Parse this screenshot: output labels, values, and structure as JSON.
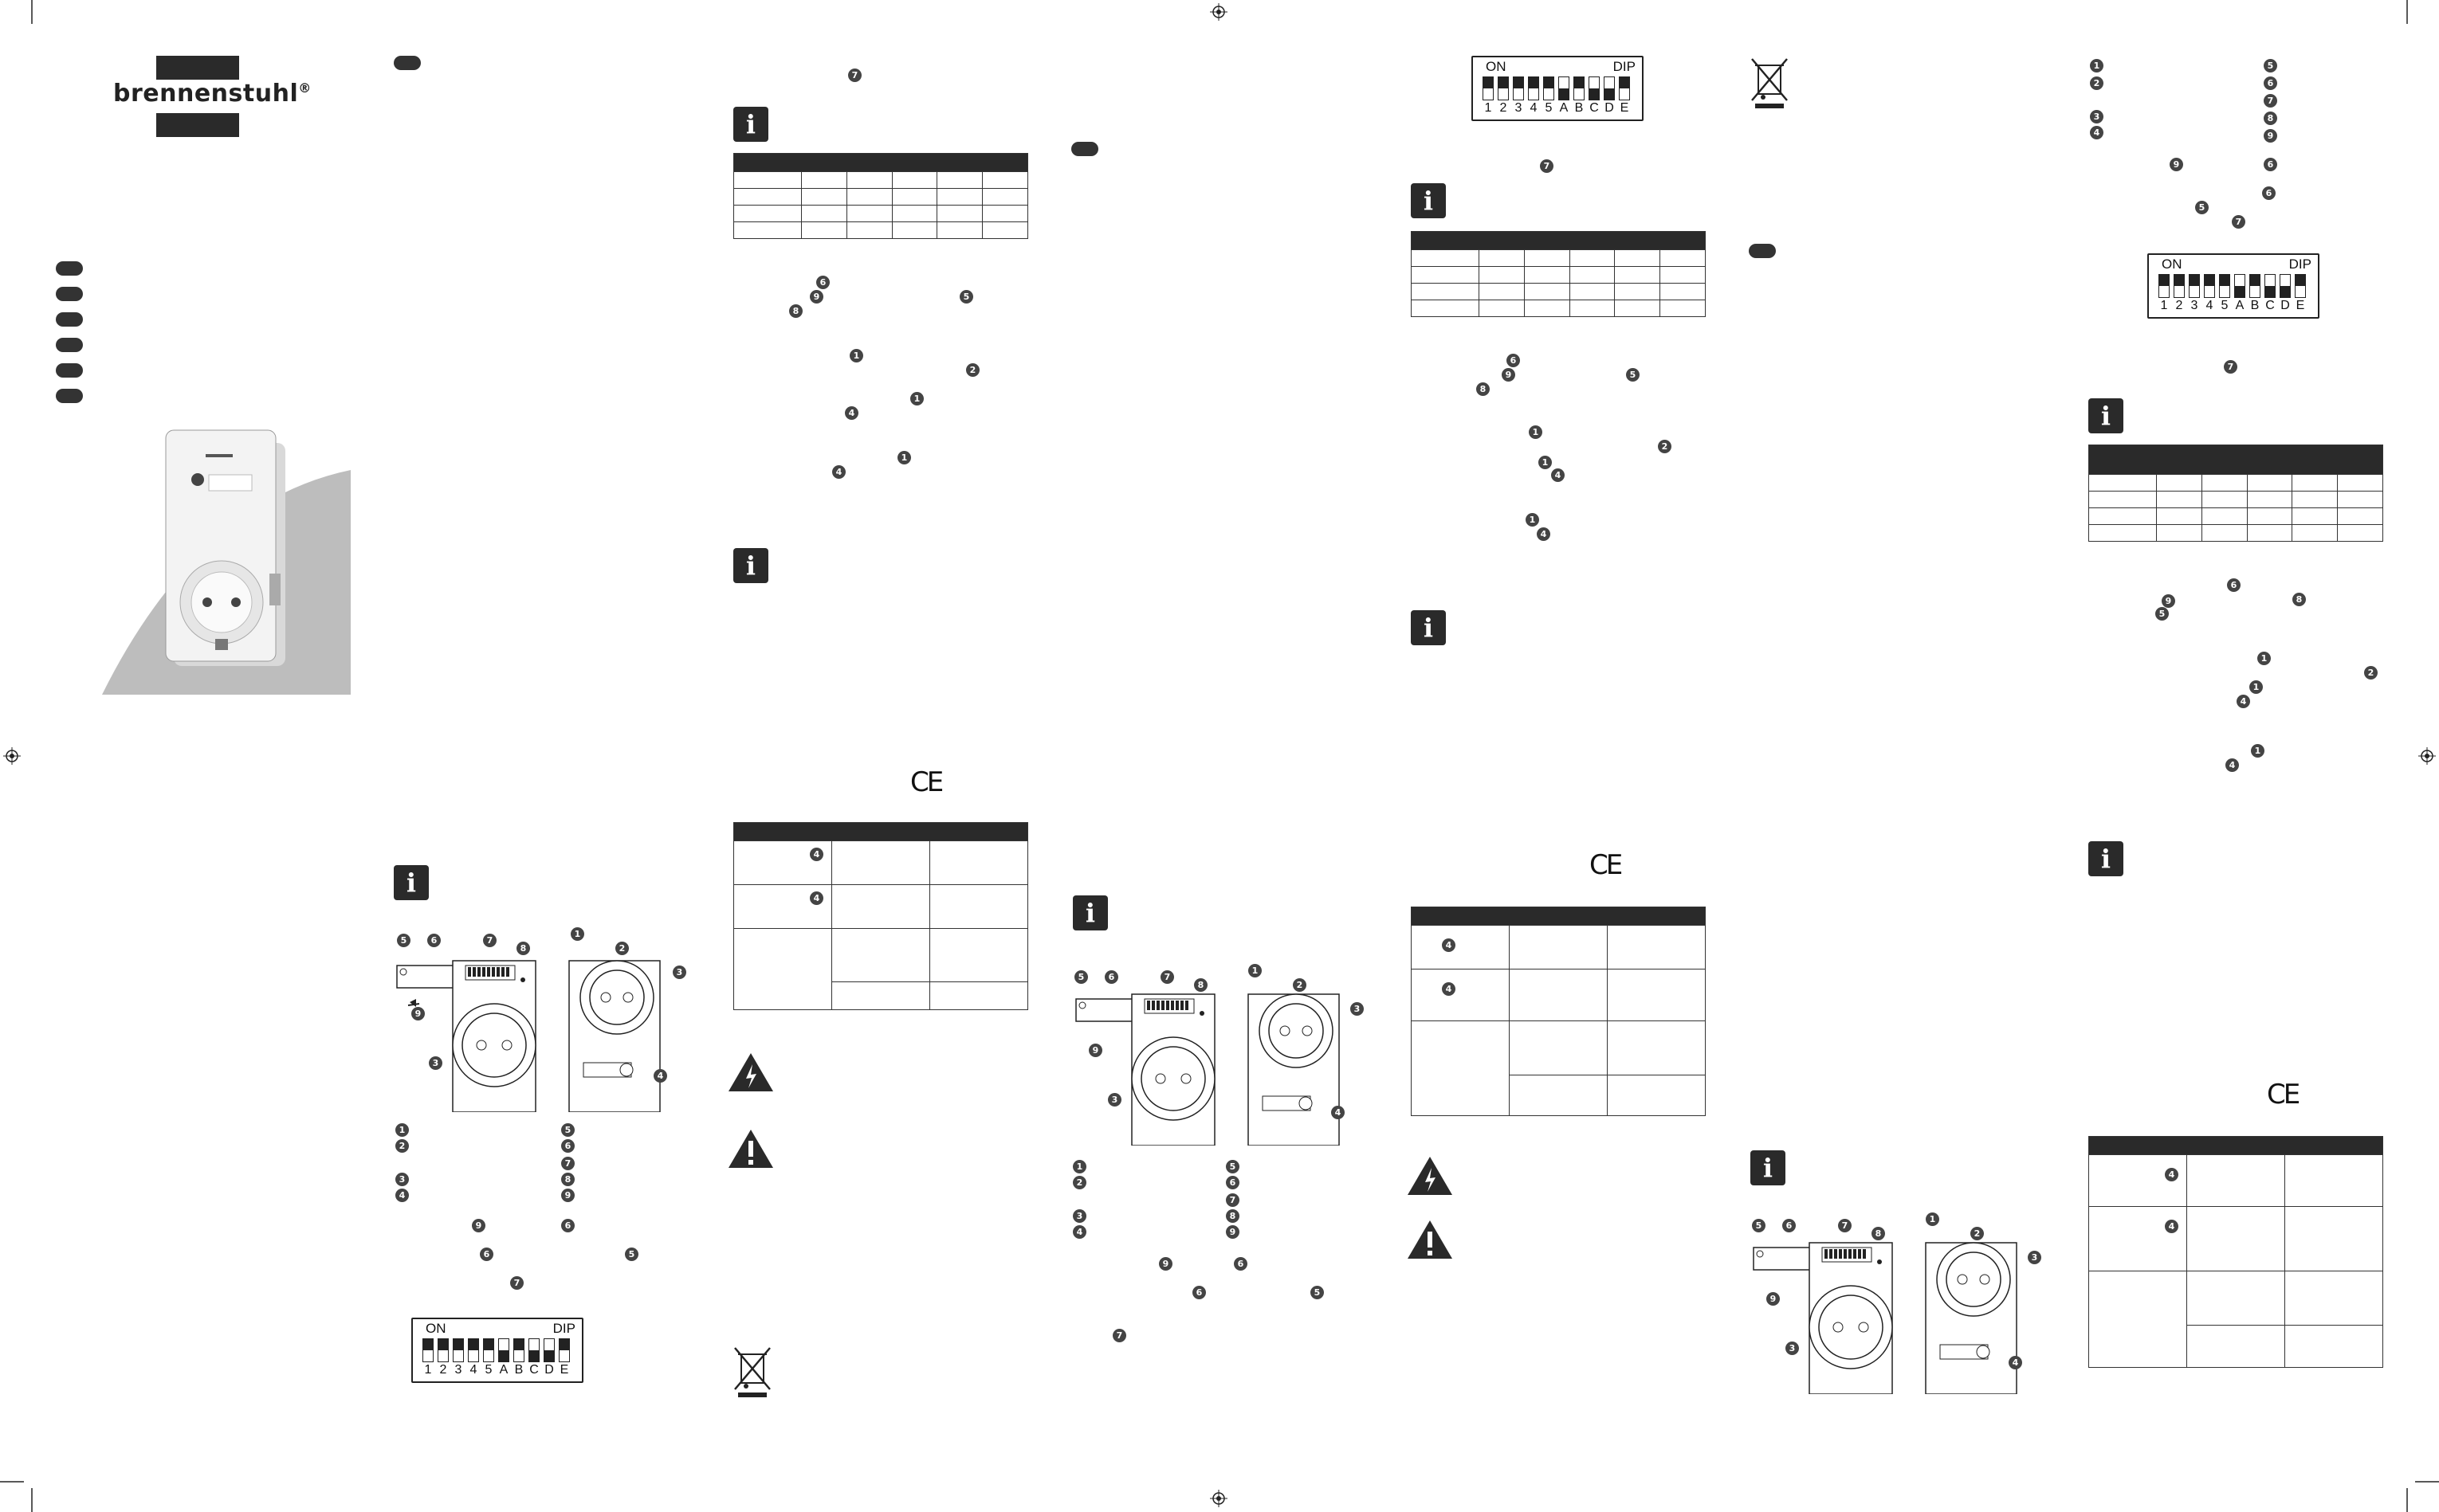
{
  "brand": {
    "name": "brennenstuhl",
    "registered": "®"
  },
  "symbols": {
    "ce": "CE",
    "info": "i",
    "callout_numbers": [
      "1",
      "2",
      "3",
      "4",
      "5",
      "6",
      "7",
      "8",
      "9"
    ]
  },
  "dip_switch": {
    "on_label": "ON",
    "dip_label": "DIP",
    "positions": [
      "1",
      "2",
      "3",
      "4",
      "5",
      "A",
      "B",
      "C",
      "D",
      "E"
    ]
  },
  "colors": {
    "ink": "#2a2a2a",
    "photo_background": "#bdbdbd",
    "product_body": "#f3f3f3"
  }
}
